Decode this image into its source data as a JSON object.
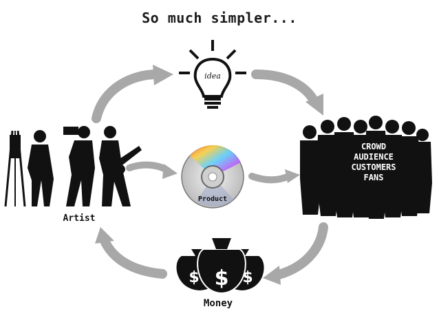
{
  "title": "So much simpler...",
  "labels": {
    "artist": "Artist",
    "product": "Product",
    "money": "Money",
    "idea": "idea"
  },
  "crowd_lines": [
    "CROWD",
    "AUDIENCE",
    "CUSTOMERS",
    "FANS"
  ],
  "icons": [
    "lightbulb-icon",
    "cd-disc-icon",
    "money-bags-icon",
    "artist-silhouettes-icon",
    "crowd-silhouettes-icon"
  ],
  "colors": {
    "arrow": "#a8a8a8",
    "silhouette": "#111111",
    "background": "#ffffff"
  }
}
